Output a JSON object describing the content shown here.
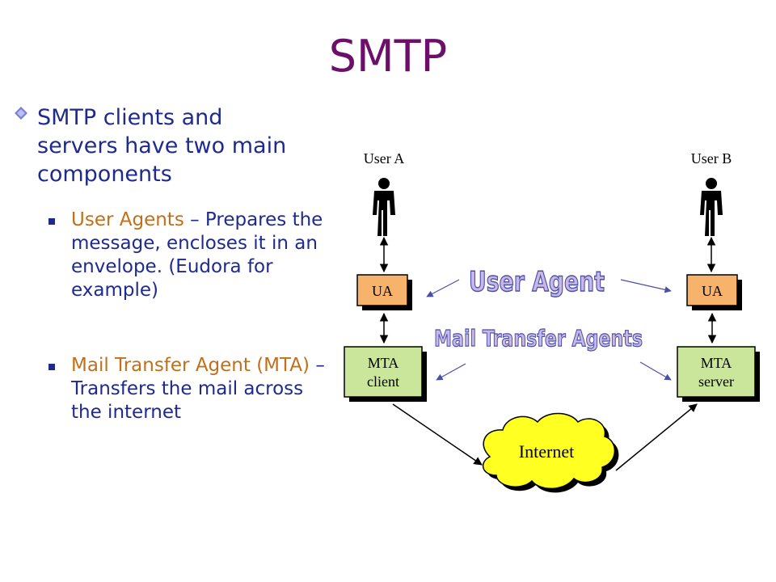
{
  "title": "SMTP",
  "bullet": {
    "text": "SMTP clients and servers have two main components"
  },
  "sub_bullets": [
    {
      "highlight": "User Agents",
      "rest": " – Prepares the message, encloses it in an envelope. (Eudora for example)"
    },
    {
      "highlight": "Mail Transfer Agent (MTA)",
      "rest": " – Transfers the mail across the internet"
    }
  ],
  "diagram": {
    "user_a": "User A",
    "user_b": "User B",
    "ua_left": "UA",
    "ua_right": "UA",
    "mta_client": [
      "MTA",
      "client"
    ],
    "mta_server": [
      "MTA",
      "server"
    ],
    "internet": "Internet",
    "label_user_agent": "User Agent",
    "label_mta": "Mail Transfer Agents",
    "colors": {
      "ua_fill": "#f7b26b",
      "mta_fill": "#c9e69a",
      "cloud_fill": "#ffff22",
      "label_fill": "#c9b8e6"
    }
  }
}
